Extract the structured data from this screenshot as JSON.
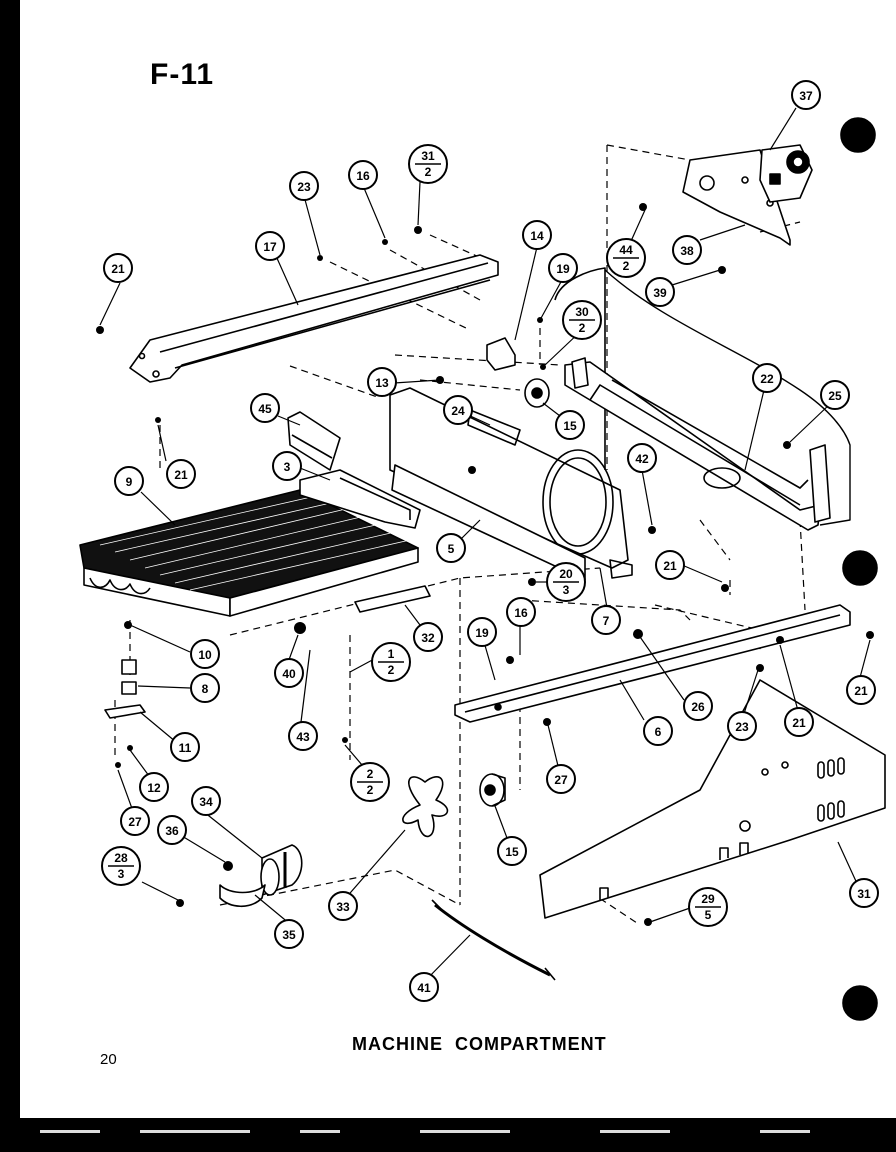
{
  "header": {
    "title": "F-11"
  },
  "footer": {
    "caption": "MACHINE  COMPARTMENT",
    "page_number": "20"
  },
  "callouts": [
    {
      "id": "c37",
      "text": "37"
    },
    {
      "id": "c31-2",
      "top": "31",
      "bottom": "2"
    },
    {
      "id": "c16a",
      "text": "16"
    },
    {
      "id": "c23a",
      "text": "23"
    },
    {
      "id": "c17",
      "text": "17"
    },
    {
      "id": "c21a",
      "text": "21"
    },
    {
      "id": "c14",
      "text": "14"
    },
    {
      "id": "c19a",
      "text": "19"
    },
    {
      "id": "c44-2",
      "top": "44",
      "bottom": "2"
    },
    {
      "id": "c38",
      "text": "38"
    },
    {
      "id": "c39",
      "text": "39"
    },
    {
      "id": "c30-2",
      "top": "30",
      "bottom": "2"
    },
    {
      "id": "c13",
      "text": "13"
    },
    {
      "id": "c15a",
      "text": "15"
    },
    {
      "id": "c22",
      "text": "22"
    },
    {
      "id": "c25",
      "text": "25"
    },
    {
      "id": "c45",
      "text": "45"
    },
    {
      "id": "c24",
      "text": "24"
    },
    {
      "id": "c21b",
      "text": "21"
    },
    {
      "id": "c3",
      "text": "3"
    },
    {
      "id": "c9",
      "text": "9"
    },
    {
      "id": "c42",
      "text": "42"
    },
    {
      "id": "c5",
      "text": "5"
    },
    {
      "id": "c21c",
      "text": "21"
    },
    {
      "id": "c20-3",
      "top": "20",
      "bottom": "3"
    },
    {
      "id": "c7",
      "text": "7"
    },
    {
      "id": "c32",
      "text": "32"
    },
    {
      "id": "c16b",
      "text": "16"
    },
    {
      "id": "c19b",
      "text": "19"
    },
    {
      "id": "c10",
      "text": "10"
    },
    {
      "id": "c40",
      "text": "40"
    },
    {
      "id": "c1-2",
      "top": "1",
      "bottom": "2"
    },
    {
      "id": "c8",
      "text": "8"
    },
    {
      "id": "c26",
      "text": "26"
    },
    {
      "id": "c6",
      "text": "6"
    },
    {
      "id": "c23b",
      "text": "23"
    },
    {
      "id": "c21d",
      "text": "21"
    },
    {
      "id": "c21e",
      "text": "21"
    },
    {
      "id": "c11",
      "text": "11"
    },
    {
      "id": "c43",
      "text": "43"
    },
    {
      "id": "c12",
      "text": "12"
    },
    {
      "id": "c2-2",
      "top": "2",
      "bottom": "2"
    },
    {
      "id": "c27a",
      "text": "27"
    },
    {
      "id": "c27b",
      "text": "27"
    },
    {
      "id": "c34",
      "text": "34"
    },
    {
      "id": "c36",
      "text": "36"
    },
    {
      "id": "c15b",
      "text": "15"
    },
    {
      "id": "c31",
      "text": "31"
    },
    {
      "id": "c28-3",
      "top": "28",
      "bottom": "3"
    },
    {
      "id": "c33",
      "text": "33"
    },
    {
      "id": "c29-5",
      "top": "29",
      "bottom": "5"
    },
    {
      "id": "c35",
      "text": "35"
    },
    {
      "id": "c41",
      "text": "41"
    }
  ]
}
